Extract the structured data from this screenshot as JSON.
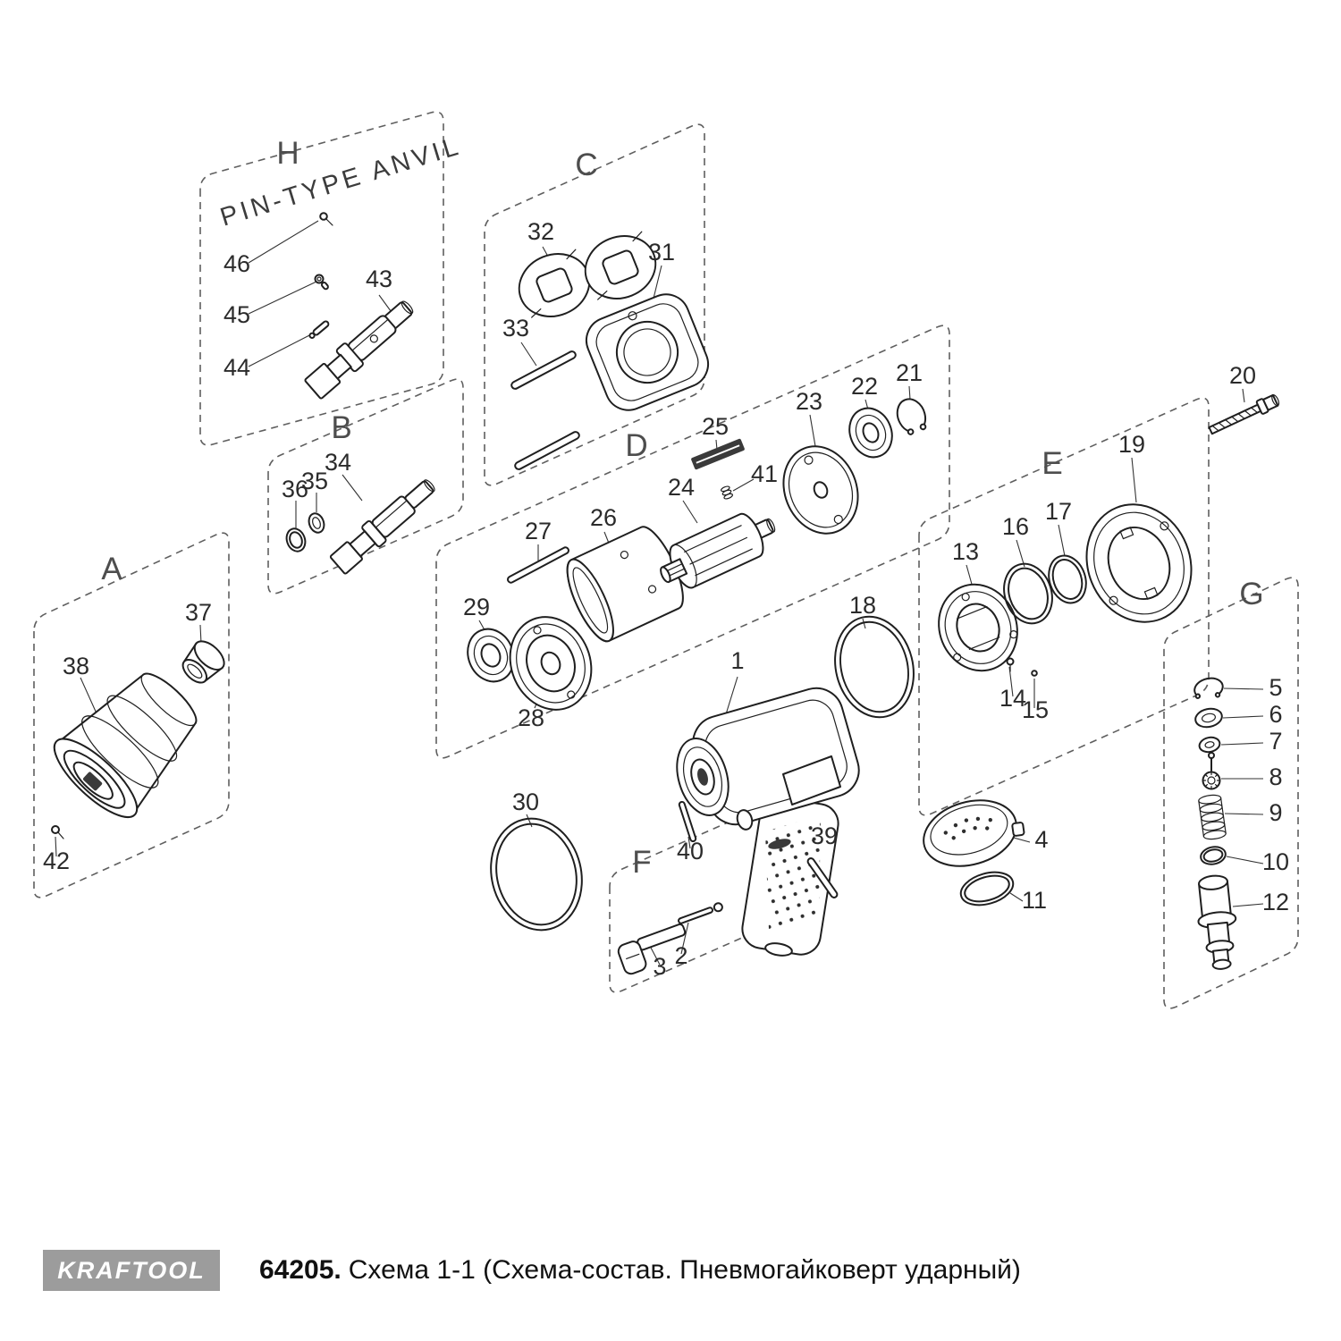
{
  "footer": {
    "logo_text": "KRAFTOOL",
    "code": "64205.",
    "title": "Схема 1-1 (Схема-состав. Пневмогайковерт ударный)"
  },
  "diagram": {
    "annotation": "PIN-TYPE ANVIL",
    "groups": {
      "A": "A",
      "B": "B",
      "C": "C",
      "D": "D",
      "E": "E",
      "F": "F",
      "G": "G",
      "H": "H"
    },
    "parts": {
      "1": "1",
      "2": "2",
      "3": "3",
      "4": "4",
      "5": "5",
      "6": "6",
      "7": "7",
      "8": "8",
      "9": "9",
      "10": "10",
      "11": "11",
      "12": "12",
      "13": "13",
      "14": "14",
      "15": "15",
      "16": "16",
      "17": "17",
      "18": "18",
      "19": "19",
      "20": "20",
      "21": "21",
      "22": "22",
      "23": "23",
      "24": "24",
      "25": "25",
      "26": "26",
      "27": "27",
      "28": "28",
      "29": "29",
      "30": "30",
      "31": "31",
      "32": "32",
      "33": "33",
      "34": "34",
      "35": "35",
      "36": "36",
      "37": "37",
      "38": "38",
      "39": "39",
      "40": "40",
      "41": "41",
      "42": "42",
      "43": "43",
      "44": "44",
      "45": "45",
      "46": "46"
    },
    "colors": {
      "line": "#1f1f1f",
      "dashed_box": "#5f5f5f",
      "logo_background": "#9c9c9c"
    }
  }
}
